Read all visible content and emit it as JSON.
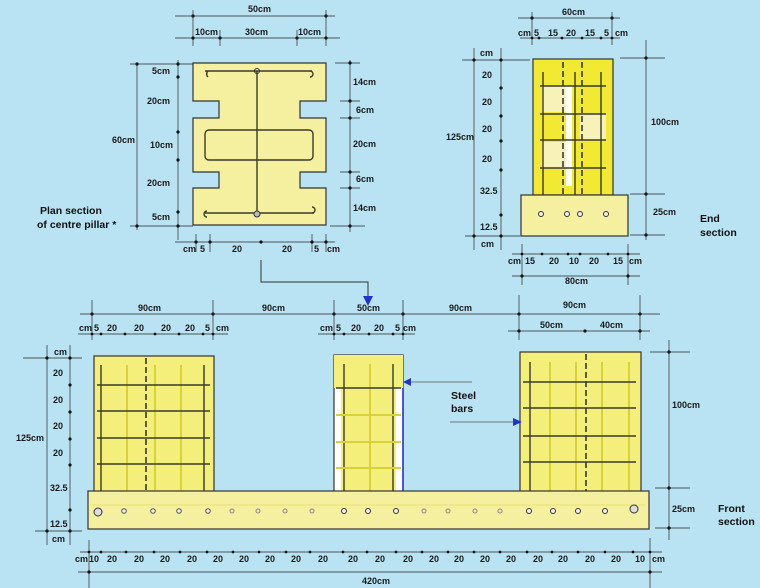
{
  "plan_section": {
    "title_line1": "Plan section",
    "title_line2": "of centre pillar *",
    "top_total": "50cm",
    "top_parts": [
      "10cm",
      "30cm",
      "10cm"
    ],
    "left_total": "60cm",
    "left_parts": [
      "5cm",
      "20cm",
      "10cm",
      "20cm",
      "5cm"
    ],
    "right_parts": [
      "14cm",
      "6cm",
      "20cm",
      "6cm",
      "14cm"
    ],
    "bottom_parts": [
      "cm",
      "5",
      "20",
      "20",
      "5",
      "cm"
    ]
  },
  "end_section": {
    "title_line1": "End",
    "title_line2": "section",
    "top_total": "60cm",
    "top_parts": [
      "cm",
      "5",
      "15",
      "20",
      "15",
      "5",
      "cm"
    ],
    "left_total": "125cm",
    "left_parts": [
      "cm",
      "20",
      "20",
      "20",
      "20",
      "32.5",
      "12.5",
      "cm"
    ],
    "right_upper": "100cm",
    "right_lower": "25cm",
    "bottom_parts": [
      "cm",
      "15",
      "20",
      "10",
      "20",
      "15",
      "cm"
    ],
    "bottom_total": "80cm"
  },
  "front_section": {
    "title_line1": "Front",
    "title_line2": "section",
    "top_spans": [
      "90cm",
      "90cm",
      "50cm",
      "90cm",
      "90cm"
    ],
    "left_pillar_parts": [
      "cm",
      "5",
      "20",
      "20",
      "20",
      "20",
      "5",
      "cm"
    ],
    "centre_pillar_parts": [
      "cm",
      "5",
      "20",
      "20",
      "5",
      "cm"
    ],
    "right_pillar_parts": [
      "50cm",
      "40cm"
    ],
    "left_total": "125cm",
    "left_parts": [
      "cm",
      "20",
      "20",
      "20",
      "20",
      "32.5",
      "12.5",
      "cm"
    ],
    "right_upper": "100cm",
    "right_lower": "25cm",
    "bottom_first": "cm",
    "bottom_parts": [
      "10",
      "20",
      "20",
      "20",
      "20",
      "20",
      "20",
      "20",
      "20",
      "20",
      "20",
      "20",
      "20",
      "20",
      "20",
      "20",
      "20",
      "20",
      "20",
      "20",
      "20",
      "10",
      "cm"
    ],
    "bottom_total": "420cm",
    "callout": [
      "Steel",
      "bars"
    ]
  },
  "colors": {
    "background": "#b9e2f2",
    "concrete": "#f5f0a0",
    "end_pillar": "#f2ea32",
    "arrow": "#2233cc"
  }
}
